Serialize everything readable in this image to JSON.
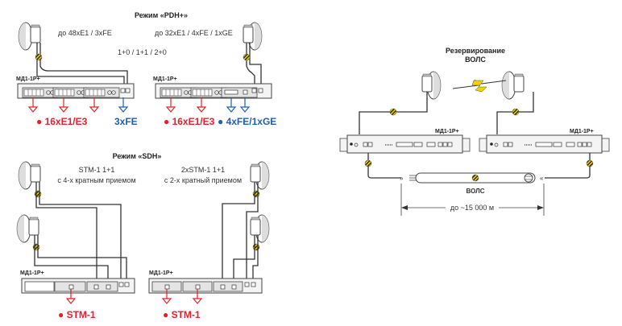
{
  "colors": {
    "red": "#e3202a",
    "blue": "#1e5fb3",
    "wire": "#333333",
    "connector": "#f2d100"
  },
  "pdh": {
    "title": "Режим «PDH+»",
    "left_capacity": "до 48xE1 / 3xFE",
    "right_capacity": "до 32xE1 / 4xFE / 1xGE",
    "protection": "1+0 / 1+1 / 2+0",
    "left_device": "МД1-1Р+",
    "right_device": "МД1-1Р+",
    "left_red_label": "● 16xE1/E3",
    "left_blue_label": "3xFE",
    "right_red_label": "● 16xE1/E3",
    "right_blue_label": "● 4xFE/1xGE"
  },
  "sdh": {
    "title": "Режим «SDH»",
    "left_line1": "STM-1 1+1",
    "left_line2": "с 4-х кратным приемом",
    "right_line1": "2xSTM-1 1+1",
    "right_line2": "с 2-х кратный приемом",
    "left_device": "МД1-1Р+",
    "right_device": "МД1-1Р+",
    "left_label": "● STM-1",
    "right_label": "● STM-1"
  },
  "fiber": {
    "title_line1": "Резервирование",
    "title_line2": "ВОЛС",
    "left_device": "МД1-1Р+",
    "right_device": "МД1-1Р+",
    "cable_label": "ВОЛС",
    "distance": "до ~15 000 м"
  }
}
